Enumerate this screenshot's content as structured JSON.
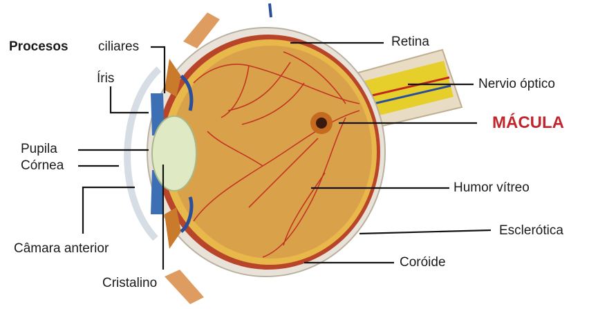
{
  "labels": {
    "procesos_bold": "Procesos",
    "procesos_rest": "ciliares",
    "iris": "Íris",
    "pupila": "Pupila",
    "cornea": "Córnea",
    "camara": "Câmara anterior",
    "cristalino": "Cristalino",
    "retina": "Retina",
    "nervio": "Nervio óptico",
    "macula": "MÁCULA",
    "humor": "Humor vítreo",
    "esclerotica": "Esclerótica",
    "coroide": "Coróide"
  },
  "colors": {
    "vitreous": "#d9a24a",
    "retina": "#e8b84a",
    "choroid": "#b8452a",
    "sclera": "#e8e2d8",
    "vessel": "#c0281e",
    "lens": "#dfe9c4",
    "iris": "#3d6fb5",
    "nerve": "#e6cf2a",
    "macula_text": "#c0272d",
    "leader": "#111111"
  },
  "icons": {
    "eye": "eye-cross-section-illustration"
  }
}
